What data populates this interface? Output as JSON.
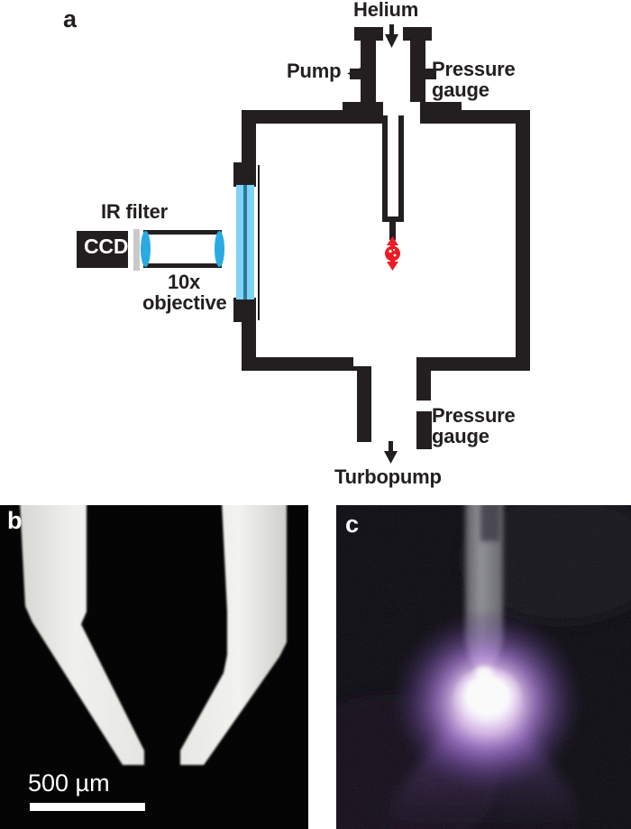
{
  "figure": {
    "panels": [
      {
        "letter": "a",
        "kind": "schematic",
        "caption_role": "experimental-setup-diagram"
      },
      {
        "letter": "b",
        "kind": "micrograph",
        "caption_role": "capillary-nozzle-tip"
      },
      {
        "letter": "c",
        "kind": "photograph",
        "caption_role": "microplasma-glow"
      }
    ]
  },
  "panel_a": {
    "letter": "a",
    "labels": {
      "helium": "Helium",
      "pump": "Pump",
      "pressure_gauge_top": "Pressure\ngauge",
      "pressure_gauge_bottom": "Pressure\ngauge",
      "turbopump": "Turbopump",
      "ir_filter": "IR filter",
      "ccd": "CCD",
      "objective": "10x\nobjective"
    },
    "colors": {
      "ink": "#231f20",
      "window_glass": "#7fd4f5",
      "window_centerline": "#2d7a96",
      "lens": "#29abe2",
      "ir_filter_strip": "#c9c9c9",
      "plasma_marker": "#ed1c24",
      "background": "#ffffff"
    },
    "elements": [
      "vacuum-chamber-body",
      "helium-inlet-tube",
      "pump-port",
      "top-pressure-gauge-port",
      "capillary-tube",
      "plasma-discharge-marker",
      "optical-viewport-window",
      "10x-objective-lens",
      "ir-filter",
      "ccd-camera",
      "turbopump-port",
      "bottom-pressure-gauge-port"
    ]
  },
  "panel_b": {
    "letter": "b",
    "scalebar": {
      "label": "500 µm",
      "value": 500,
      "unit": "µm"
    },
    "subject": "tapered-capillary-nozzle-tip",
    "colors": {
      "background": "#000000",
      "material": "#f0f0ee",
      "scalebar": "#ffffff"
    }
  },
  "panel_c": {
    "letter": "c",
    "subject": "helium-microplasma-jet",
    "colors": {
      "background": "#0b0a10",
      "nozzle": "#8b8b90",
      "plasma_core": "#ffffff",
      "plasma_halo": "#b47fe0",
      "plasma_outer": "#5b3a86"
    }
  }
}
